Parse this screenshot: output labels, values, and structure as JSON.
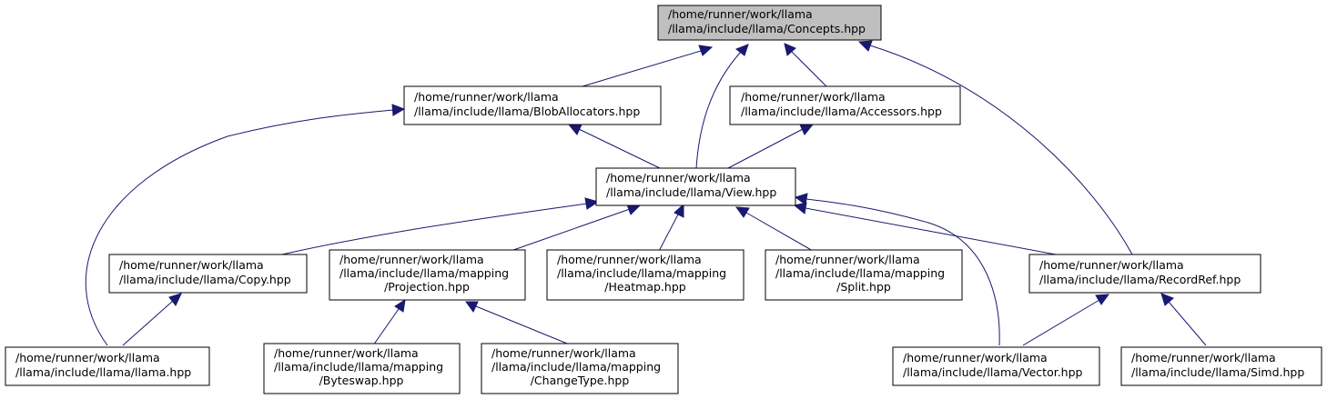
{
  "graph": {
    "nodes": {
      "concepts": {
        "line1": "/home/runner/work/llama",
        "line2": "/llama/include/llama/Concepts.hpp"
      },
      "blob": {
        "line1": "/home/runner/work/llama",
        "line2": "/llama/include/llama/BlobAllocators.hpp"
      },
      "accessors": {
        "line1": "/home/runner/work/llama",
        "line2": "/llama/include/llama/Accessors.hpp"
      },
      "view": {
        "line1": "/home/runner/work/llama",
        "line2": "/llama/include/llama/View.hpp"
      },
      "copy": {
        "line1": "/home/runner/work/llama",
        "line2": "/llama/include/llama/Copy.hpp"
      },
      "projection": {
        "line1": "/home/runner/work/llama",
        "line2": "/llama/include/llama/mapping",
        "line3": "/Projection.hpp"
      },
      "heatmap": {
        "line1": "/home/runner/work/llama",
        "line2": "/llama/include/llama/mapping",
        "line3": "/Heatmap.hpp"
      },
      "split": {
        "line1": "/home/runner/work/llama",
        "line2": "/llama/include/llama/mapping",
        "line3": "/Split.hpp"
      },
      "recordref": {
        "line1": "/home/runner/work/llama",
        "line2": "/llama/include/llama/RecordRef.hpp"
      },
      "llamahpp": {
        "line1": "/home/runner/work/llama",
        "line2": "/llama/include/llama/llama.hpp"
      },
      "byteswap": {
        "line1": "/home/runner/work/llama",
        "line2": "/llama/include/llama/mapping",
        "line3": "/Byteswap.hpp"
      },
      "changetype": {
        "line1": "/home/runner/work/llama",
        "line2": "/llama/include/llama/mapping",
        "line3": "/ChangeType.hpp"
      },
      "vector": {
        "line1": "/home/runner/work/llama",
        "line2": "/llama/include/llama/Vector.hpp"
      },
      "simd": {
        "line1": "/home/runner/work/llama",
        "line2": "/llama/include/llama/Simd.hpp"
      }
    },
    "colors": {
      "edge": "#191970",
      "root_fill": "#bfbfbf",
      "node_fill": "#ffffff"
    }
  }
}
